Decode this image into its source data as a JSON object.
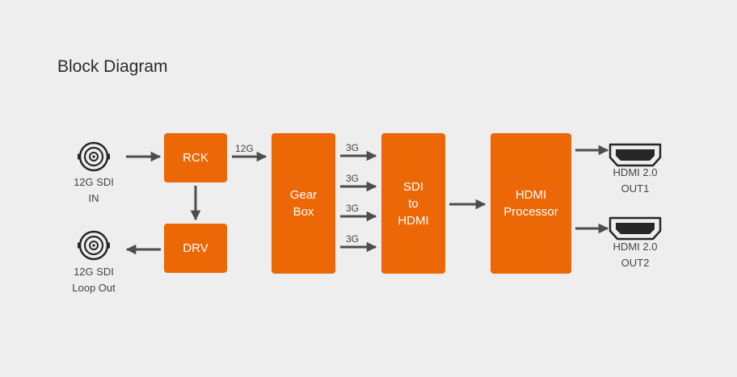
{
  "title": "Block Diagram",
  "colors": {
    "block": "#ec6706",
    "arrow": "#4d4d4d",
    "background": "#eeeeef",
    "connector": "#262626"
  },
  "blocks": {
    "rck": "RCK",
    "drv": "DRV",
    "gearbox": "Gear\nBox",
    "sdi_to_hdmi": "SDI\nto\nHDMI",
    "hdmi_processor": "HDMI\nProcessor"
  },
  "ports": {
    "sdi_in": "12G SDI\nIN",
    "sdi_loop_out": "12G SDI\nLoop Out",
    "hdmi_out1": "HDMI 2.0\nOUT1",
    "hdmi_out2": "HDMI 2.0\nOUT2"
  },
  "signals": {
    "rck_to_gearbox": "12G",
    "link1": "3G",
    "link2": "3G",
    "link3": "3G",
    "link4": "3G"
  },
  "icons": {
    "sdi_in": "bnc-connector-icon",
    "sdi_loop_out": "bnc-connector-icon",
    "hdmi_out1": "hdmi-connector-icon",
    "hdmi_out2": "hdmi-connector-icon"
  }
}
